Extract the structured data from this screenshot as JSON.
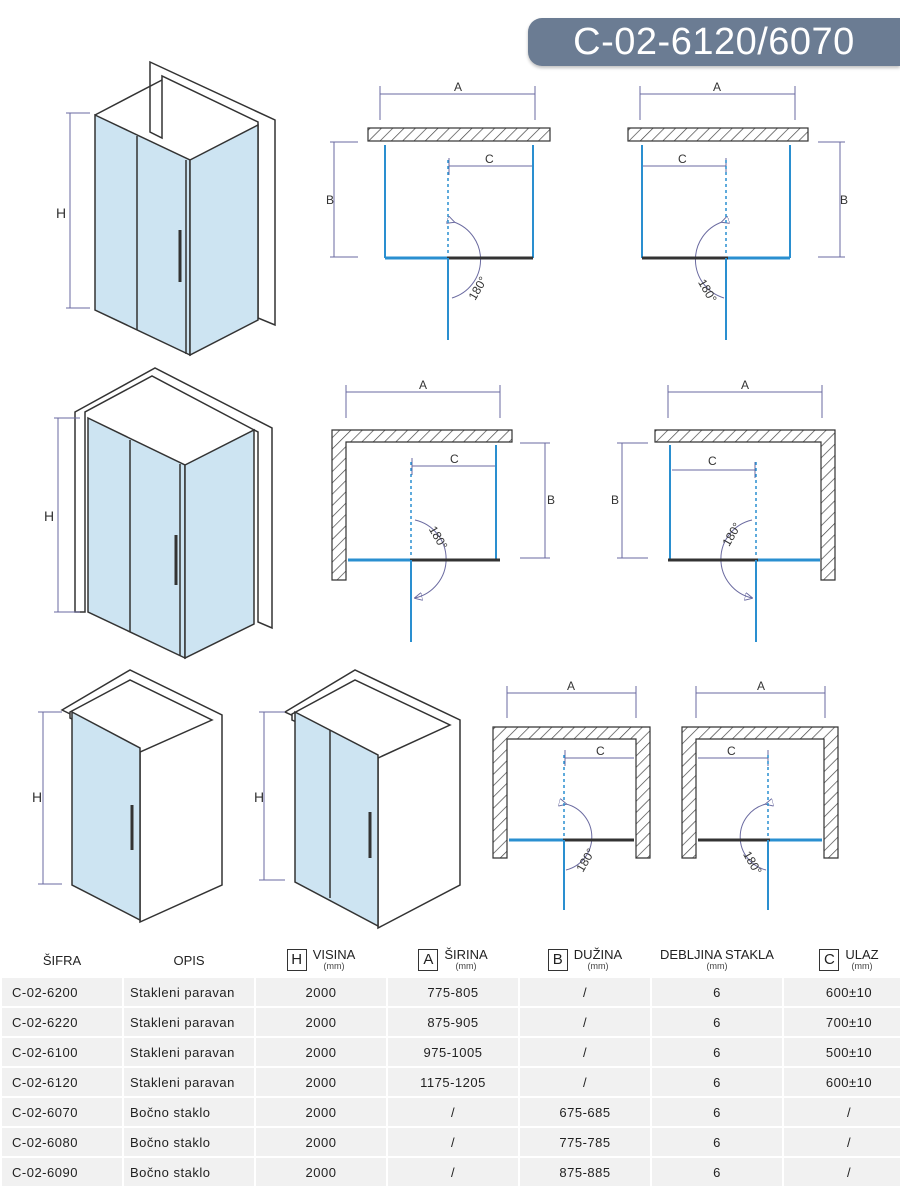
{
  "header": {
    "model_code": "C-02-6120/6070"
  },
  "dimension_labels": {
    "a": "A",
    "b": "B",
    "c": "C",
    "h": "H",
    "angle": "180°"
  },
  "table": {
    "headers": {
      "code": "ŠIFRA",
      "description": "OPIS",
      "height": {
        "symbol": "H",
        "label": "VISINA",
        "unit": "(mm)"
      },
      "width": {
        "symbol": "A",
        "label": "ŠIRINA",
        "unit": "(mm)"
      },
      "length": {
        "symbol": "B",
        "label": "DUŽINA",
        "unit": "(mm)"
      },
      "glass": {
        "label": "DEBLJINA STAKLA",
        "unit": "(mm)"
      },
      "entry": {
        "symbol": "C",
        "label": "ULAZ",
        "unit": "(mm)"
      }
    },
    "rows": [
      [
        "C-02-6200",
        "Stakleni paravan",
        "2000",
        "775-805",
        "/",
        "6",
        "600±10"
      ],
      [
        "C-02-6220",
        "Stakleni paravan",
        "2000",
        "875-905",
        "/",
        "6",
        "700±10"
      ],
      [
        "C-02-6100",
        "Stakleni paravan",
        "2000",
        "975-1005",
        "/",
        "6",
        "500±10"
      ],
      [
        "C-02-6120",
        "Stakleni paravan",
        "2000",
        "1175-1205",
        "/",
        "6",
        "600±10"
      ],
      [
        "C-02-6070",
        "Bočno staklo",
        "2000",
        "/",
        "675-685",
        "6",
        "/"
      ],
      [
        "C-02-6080",
        "Bočno staklo",
        "2000",
        "/",
        "775-785",
        "6",
        "/"
      ],
      [
        "C-02-6090",
        "Bočno staklo",
        "2000",
        "/",
        "875-885",
        "6",
        "/"
      ]
    ]
  }
}
